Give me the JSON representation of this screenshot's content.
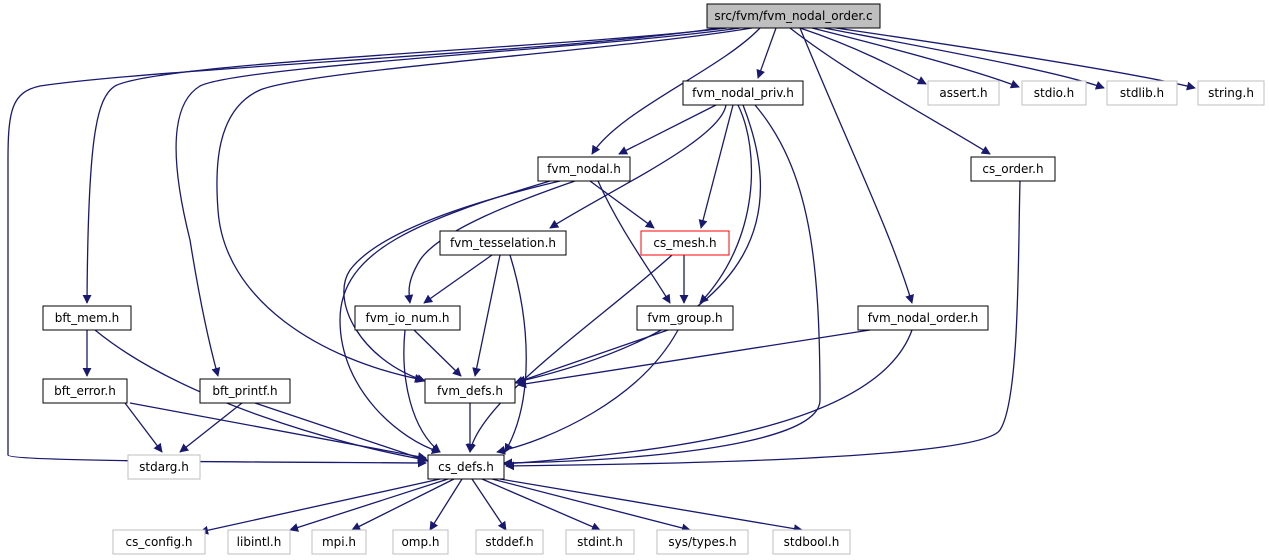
{
  "diagram": {
    "type": "include-dependency-graph",
    "nodes": [
      {
        "id": "root",
        "label": "src/fvm/fvm_nodal_order.c",
        "style": "root"
      },
      {
        "id": "assert",
        "label": "assert.h",
        "style": "external"
      },
      {
        "id": "stdio",
        "label": "stdio.h",
        "style": "external"
      },
      {
        "id": "stdlib",
        "label": "stdlib.h",
        "style": "external"
      },
      {
        "id": "string",
        "label": "string.h",
        "style": "external"
      },
      {
        "id": "priv",
        "label": "fvm_nodal_priv.h",
        "style": "normal"
      },
      {
        "id": "nodal",
        "label": "fvm_nodal.h",
        "style": "normal"
      },
      {
        "id": "csorder",
        "label": "cs_order.h",
        "style": "normal"
      },
      {
        "id": "tess",
        "label": "fvm_tesselation.h",
        "style": "normal"
      },
      {
        "id": "csmesh",
        "label": "cs_mesh.h",
        "style": "truncated"
      },
      {
        "id": "bftmem",
        "label": "bft_mem.h",
        "style": "normal"
      },
      {
        "id": "ionum",
        "label": "fvm_io_num.h",
        "style": "normal"
      },
      {
        "id": "group",
        "label": "fvm_group.h",
        "style": "normal"
      },
      {
        "id": "nodalorder",
        "label": "fvm_nodal_order.h",
        "style": "normal"
      },
      {
        "id": "bfterr",
        "label": "bft_error.h",
        "style": "normal"
      },
      {
        "id": "bftprintf",
        "label": "bft_printf.h",
        "style": "normal"
      },
      {
        "id": "fvmdefs",
        "label": "fvm_defs.h",
        "style": "normal"
      },
      {
        "id": "stdarg",
        "label": "stdarg.h",
        "style": "external"
      },
      {
        "id": "csdefs",
        "label": "cs_defs.h",
        "style": "normal"
      },
      {
        "id": "csconfig",
        "label": "cs_config.h",
        "style": "external"
      },
      {
        "id": "libintl",
        "label": "libintl.h",
        "style": "external"
      },
      {
        "id": "mpi",
        "label": "mpi.h",
        "style": "external"
      },
      {
        "id": "omp",
        "label": "omp.h",
        "style": "external"
      },
      {
        "id": "stddef",
        "label": "stddef.h",
        "style": "external"
      },
      {
        "id": "stdint",
        "label": "stdint.h",
        "style": "external"
      },
      {
        "id": "systypes",
        "label": "sys/types.h",
        "style": "external"
      },
      {
        "id": "stdbool",
        "label": "stdbool.h",
        "style": "external"
      }
    ],
    "colors": {
      "edge": "#191970",
      "normal_border": "#000000",
      "external_border": "#bfbfbf",
      "truncated_border": "#ff0000",
      "root_fill": "#bfbfbf"
    }
  }
}
